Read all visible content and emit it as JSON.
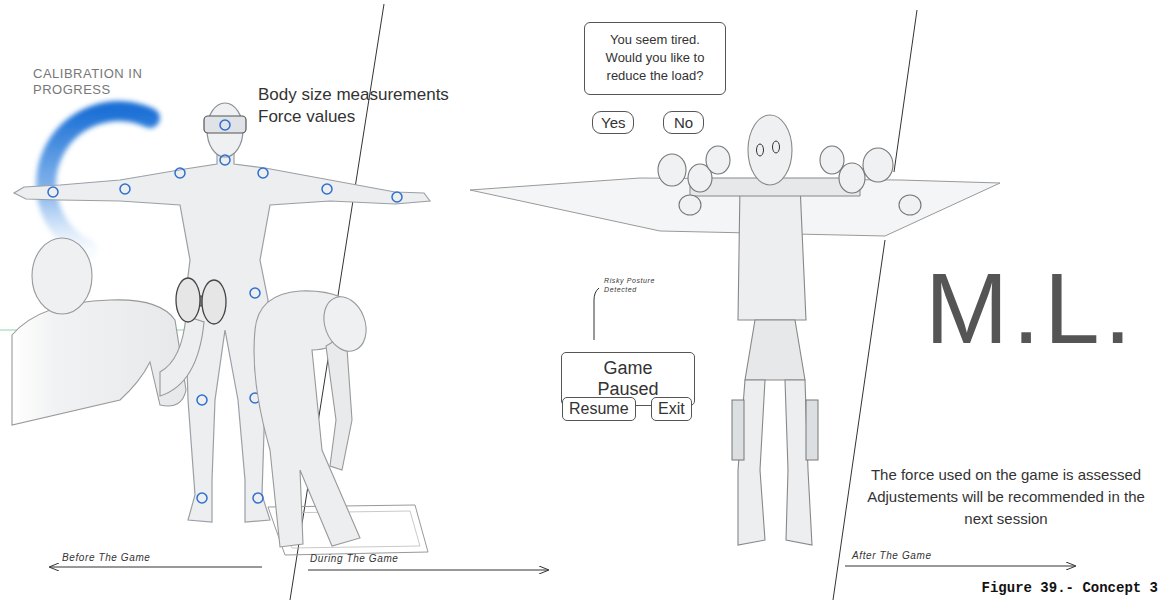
{
  "diagram": {
    "caption": "Figure 39.- Concept 3",
    "nodes": [
      {
        "text": [
          "You seem tired. Would you like to reduce the load?"
        ]
      },
      {
        "text": [
          "Yes"
        ]
      },
      {
        "text": [
          "No"
        ]
      },
      {
        "text": [
          "Game Paused"
        ]
      },
      {
        "text": [
          "Resume"
        ]
      },
      {
        "text": [
          "Exit"
        ]
      }
    ],
    "labels": [
      "CALIBRATION IN PROGRESS",
      "Body size measurements",
      "Force values",
      "Risky Posture Detected",
      "M.L.",
      "The force used on the game is assessed Adjustements will be recommended in the next session",
      "Before The Game",
      "During The Game",
      "After The Game"
    ]
  }
}
